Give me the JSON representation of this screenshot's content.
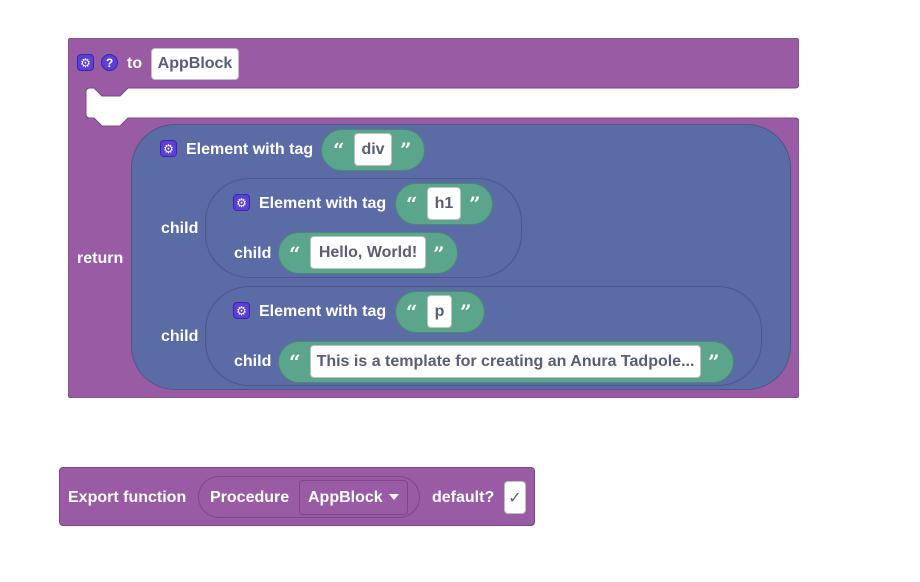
{
  "function_block": {
    "to_label": "to",
    "name": "AppBlock",
    "return_label": "return",
    "color": "#9a5ba5"
  },
  "outer_element": {
    "label": "Element with tag",
    "tag": "div",
    "color": "#5b6ba6"
  },
  "child_1": {
    "child_label": "child",
    "label": "Element with tag",
    "tag": "h1",
    "inner_child_label": "child",
    "text": "Hello, World!"
  },
  "child_2": {
    "child_label": "child",
    "label": "Element with tag",
    "tag": "p",
    "inner_child_label": "child",
    "text": "This is a template for creating an Anura Tadpole..."
  },
  "export_block": {
    "label": "Export function",
    "procedure_label": "Procedure",
    "procedure_value": "AppBlock",
    "default_label": "default?",
    "default_checked": "✓"
  },
  "text_block_color": "#5ba58c",
  "quote_open": "“",
  "quote_close": "”"
}
